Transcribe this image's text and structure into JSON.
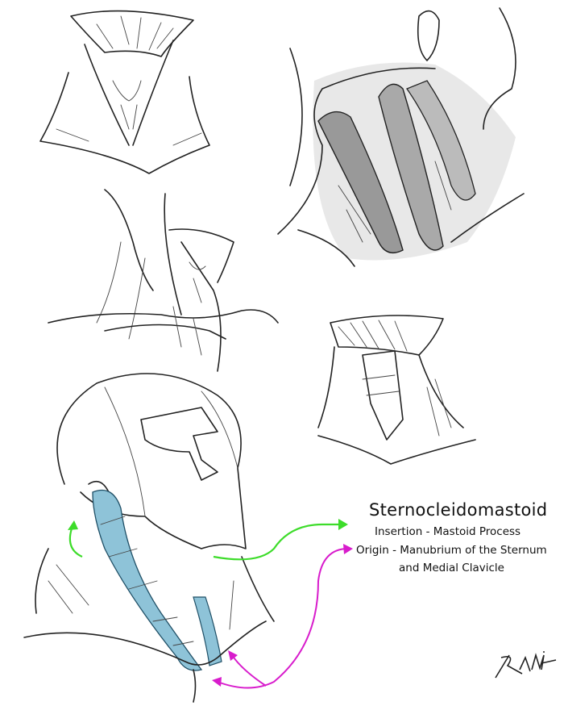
{
  "labels": {
    "title": "Sternocleidomastoid",
    "insertion": "Insertion - Mastoid Process",
    "origin_line1": "Origin - Manubrium of the Sternum",
    "origin_line2": "and Medial Clavicle"
  },
  "signature": "RAM",
  "colors": {
    "muscle_highlight": "#8ec3d8",
    "insertion_arrow": "#3ddc2a",
    "origin_arrow": "#d81ccc",
    "ink": "#222222"
  }
}
